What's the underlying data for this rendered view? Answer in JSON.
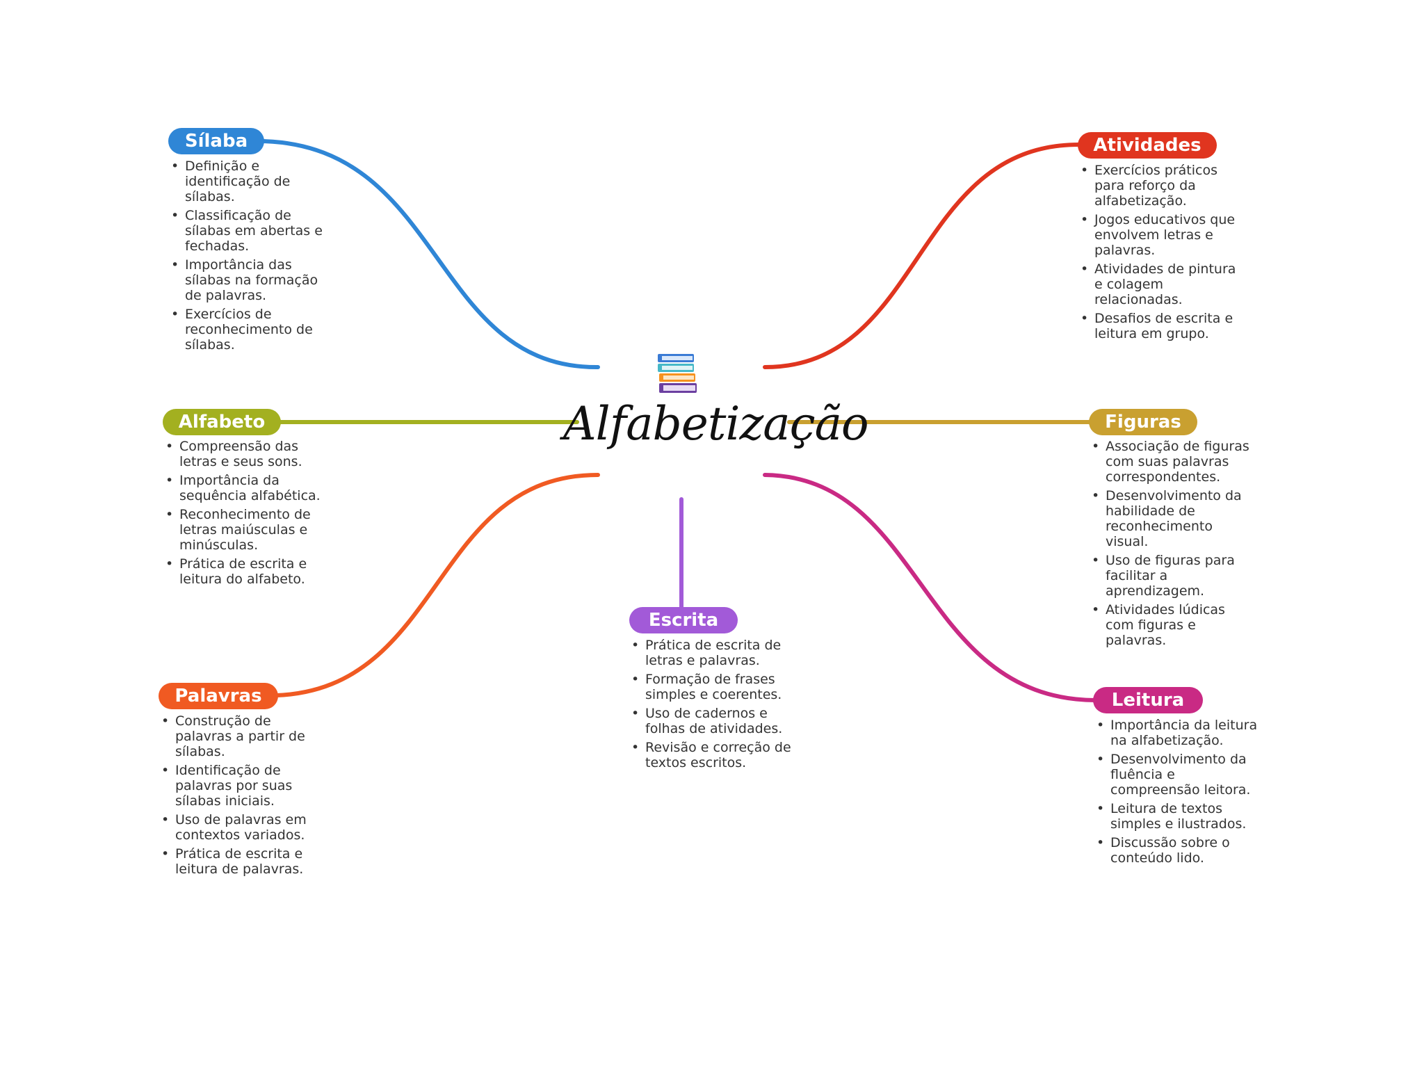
{
  "center": {
    "title": "Alfabetização",
    "icon": "books-stack-icon"
  },
  "branches": [
    {
      "key": "silaba",
      "title": "Sílaba",
      "color": "#2f86d6",
      "items": [
        "Definição e identificação de sílabas.",
        "Classificação de sílabas em abertas e fechadas.",
        "Importância das sílabas na formação de palavras.",
        "Exercícios de reconhecimento de sílabas."
      ]
    },
    {
      "key": "alfabeto",
      "title": "Alfabeto",
      "color": "#a3b020",
      "items": [
        "Compreensão das letras e seus sons.",
        "Importância da sequência alfabética.",
        "Reconhecimento de letras maiúsculas e minúsculas.",
        "Prática de escrita e leitura do alfabeto."
      ]
    },
    {
      "key": "palavras",
      "title": "Palavras",
      "color": "#f05a22",
      "items": [
        "Construção de palavras a partir de sílabas.",
        "Identificação de palavras por suas sílabas iniciais.",
        "Uso de palavras em contextos variados.",
        "Prática de escrita e leitura de palavras."
      ]
    },
    {
      "key": "escrita",
      "title": "Escrita",
      "color": "#a25ad8",
      "items": [
        "Prática de escrita de letras e palavras.",
        "Formação de frases simples e coerentes.",
        "Uso de cadernos e folhas de atividades.",
        "Revisão e correção de textos escritos."
      ]
    },
    {
      "key": "atividades",
      "title": "Atividades",
      "color": "#e0351f",
      "items": [
        "Exercícios práticos para reforço da alfabetização.",
        "Jogos educativos que envolvem letras e palavras.",
        "Atividades de pintura e colagem relacionadas.",
        "Desafios de escrita e leitura em grupo."
      ]
    },
    {
      "key": "figuras",
      "title": "Figuras",
      "color": "#c9a030",
      "items": [
        "Associação de figuras com suas palavras correspondentes.",
        "Desenvolvimento da habilidade de reconhecimento visual.",
        "Uso de figuras para facilitar a aprendizagem.",
        "Atividades lúdicas com figuras e palavras."
      ]
    },
    {
      "key": "leitura",
      "title": "Leitura",
      "color": "#c92a84",
      "items": [
        "Importância da leitura na alfabetização.",
        "Desenvolvimento da fluência e compreensão leitora.",
        "Leitura de textos simples e ilustrados.",
        "Discussão sobre o conteúdo lido."
      ]
    }
  ]
}
